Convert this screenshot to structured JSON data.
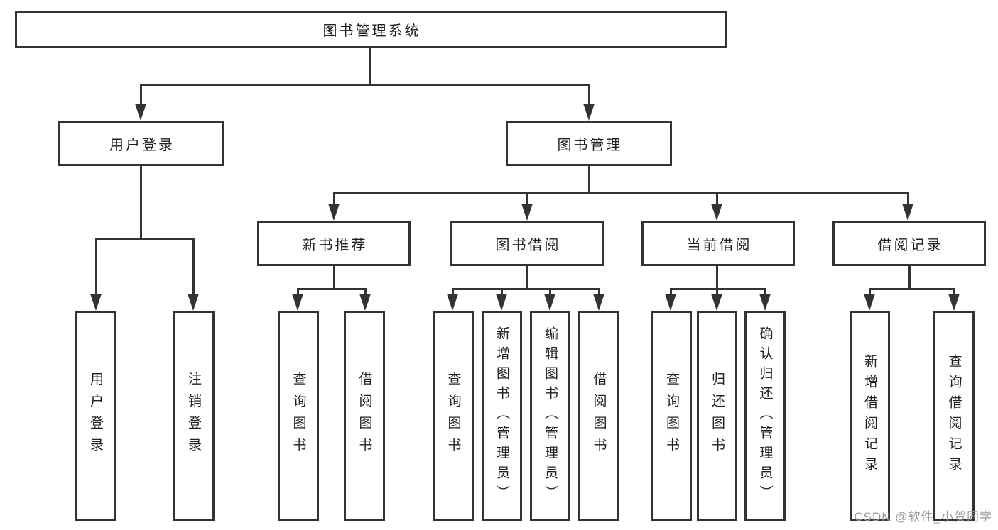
{
  "tree": {
    "root": {
      "label": "图书管理系统",
      "children": [
        {
          "label": "用户登录",
          "children": [
            {
              "label": "用户登录"
            },
            {
              "label": "注销登录"
            }
          ]
        },
        {
          "label": "图书管理",
          "children": [
            {
              "label": "新书推荐",
              "children": [
                {
                  "label": "查询图书"
                },
                {
                  "label": "借阅图书"
                }
              ]
            },
            {
              "label": "图书借阅",
              "children": [
                {
                  "label": "查询图书"
                },
                {
                  "label": "新增图书（管理员）"
                },
                {
                  "label": "编辑图书（管理员）"
                },
                {
                  "label": "借阅图书"
                }
              ]
            },
            {
              "label": "当前借阅",
              "children": [
                {
                  "label": "查询图书"
                },
                {
                  "label": "归还图书"
                },
                {
                  "label": "确认归还（管理员）"
                }
              ]
            },
            {
              "label": "借阅记录",
              "children": [
                {
                  "label": "新增借阅记录"
                },
                {
                  "label": "查询借阅记录"
                }
              ]
            }
          ]
        }
      ]
    }
  },
  "watermark": {
    "text": "CSDN @软件_小贺同学"
  },
  "colors": {
    "line": "#333333",
    "text": "#1f1f1f",
    "watermark": "#9b9b9b",
    "background": "#ffffff"
  }
}
